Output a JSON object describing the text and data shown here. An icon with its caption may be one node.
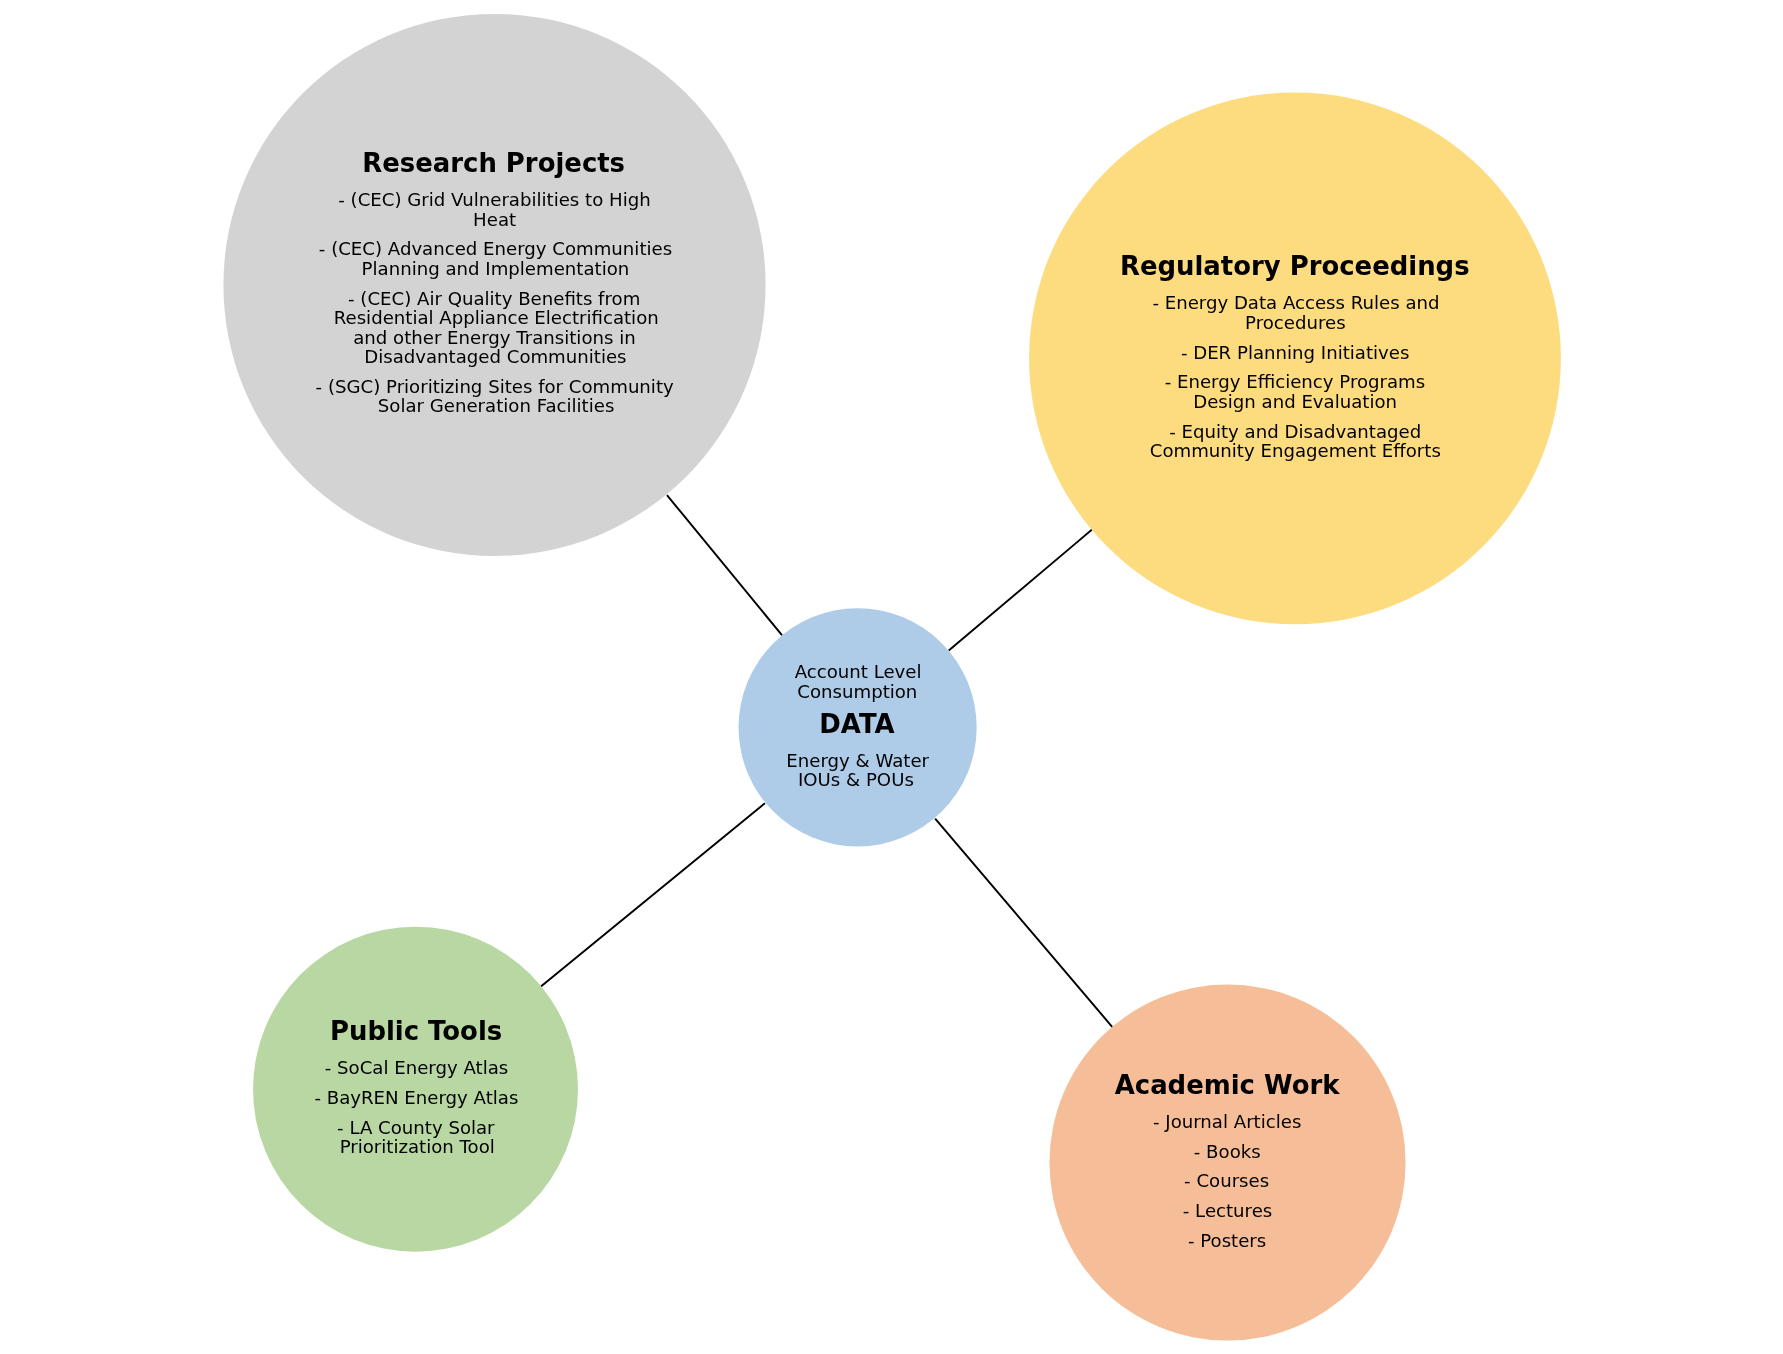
{
  "diagram": {
    "nodes": [
      {
        "text": [
          "Public Tools",
          "- SoCal Energy Atlas",
          "- BayREN Energy Atlas",
          "- LA County Solar Prioritization Tool"
        ]
      },
      {
        "text": [
          "Academic Work",
          "- Journal Articles",
          "- Books",
          "- Courses",
          "- Lectures",
          "- Posters"
        ]
      },
      {
        "text": [
          "Account Level Consumption",
          "DATA",
          "Energy & Water IOUs & POUs"
        ]
      },
      {
        "text": [
          "Research Projects",
          "- (CEC) Grid Vulnerabilities to High Heat",
          "- (CEC) Advanced Energy Communities Planning and Implementation",
          "- (CEC) Air Quality Benefits from Residential Appliance Electrification and other Energy Transitions in Disadvantaged Communities",
          "- (SGC) Prioritizing Sites for Community Solar Generation Facilities"
        ]
      },
      {
        "text": [
          "Regulatory Proceedings",
          "- Energy Data Access Rules and Procedures",
          "- DER Planning Initiatives",
          "- Energy Efficiency Programs Design and Evaluation",
          "- Equity and Disadvantaged Community Engagement Efforts"
        ]
      }
    ],
    "edges": [
      {
        "from": 2,
        "to": 0,
        "arrow": "none"
      },
      {
        "from": 2,
        "to": 1,
        "arrow": "none"
      },
      {
        "from": 2,
        "to": 3,
        "arrow": "none"
      },
      {
        "from": 2,
        "to": 4,
        "arrow": "none"
      }
    ]
  }
}
